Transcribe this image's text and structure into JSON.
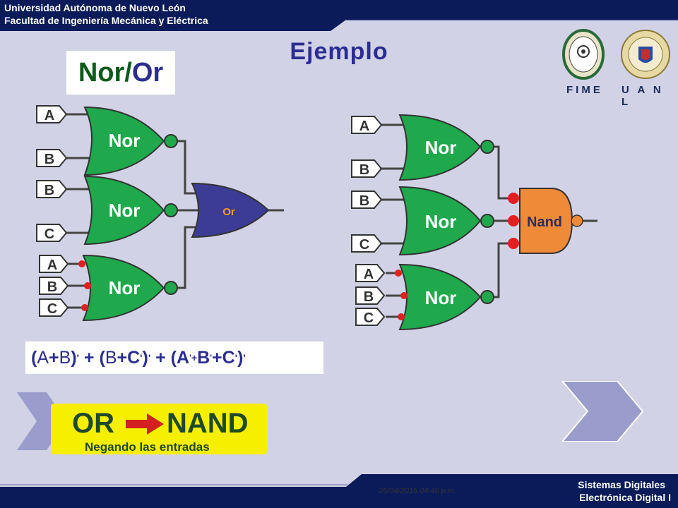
{
  "header": {
    "university": "Universidad Autónoma de Nuevo León",
    "faculty": "Facultad de Ingeniería Mecánica y Eléctrica"
  },
  "slide": {
    "title": "Ejemplo",
    "subtitle_part1": "Nor",
    "subtitle_sep": "/",
    "subtitle_part2": "Or"
  },
  "logos": {
    "fime_label": "FIME",
    "uanl_label": "U A N L"
  },
  "left_circuit": {
    "gate1_label": "Nor",
    "gate2_label": "Nor",
    "gate3_label": "Nor",
    "output_gate_label": "Or",
    "inputs": [
      "A",
      "B",
      "B",
      "C",
      "A",
      "B",
      "C"
    ]
  },
  "right_circuit": {
    "gate1_label": "Nor",
    "gate2_label": "Nor",
    "gate3_label": "Nor",
    "output_gate_label": "Nand",
    "inputs": [
      "A",
      "B",
      "B",
      "C",
      "A",
      "B",
      "C"
    ]
  },
  "expression": {
    "open1": "(",
    "a1": "A",
    "plus1": "+",
    "b1": "B",
    "close1": ")",
    "prime1": "'",
    "join1": " + (",
    "b2": "B",
    "plus2": "+",
    "c2": "C",
    "prime2": "'",
    "close2": ")",
    "prime3": "'",
    "join2": " + (",
    "a3": "A",
    "prime4": "'",
    "plus3": "+",
    "b3": "B",
    "prime5": "'",
    "plus4": "+",
    "c3": "C",
    "prime6": "'",
    "close3": ")",
    "prime7": "'"
  },
  "conversion_box": {
    "from": "OR",
    "to": "NAND",
    "caption": "Negando las entradas"
  },
  "footer": {
    "date": "26/04/2015 04:46 p.m.",
    "course1": "Sistemas Digitales",
    "course2": "Electrónica Digital I"
  },
  "colors": {
    "background": "#d2d2e6",
    "header_bar": "#0b1b5a",
    "nor_gate": "#1fa84c",
    "or_gate": "#3c3c96",
    "nand_gate": "#ef8a38",
    "bubble_red": "#e02020",
    "title_blue": "#2b2e8f",
    "subtitle_green": "#0d5a1a",
    "yellow_box": "#f7ef00"
  },
  "icons": {
    "prev_arrow": "chevron-right-icon",
    "next_arrow": "chevron-right-icon",
    "conversion_arrow": "arrow-right-icon"
  }
}
